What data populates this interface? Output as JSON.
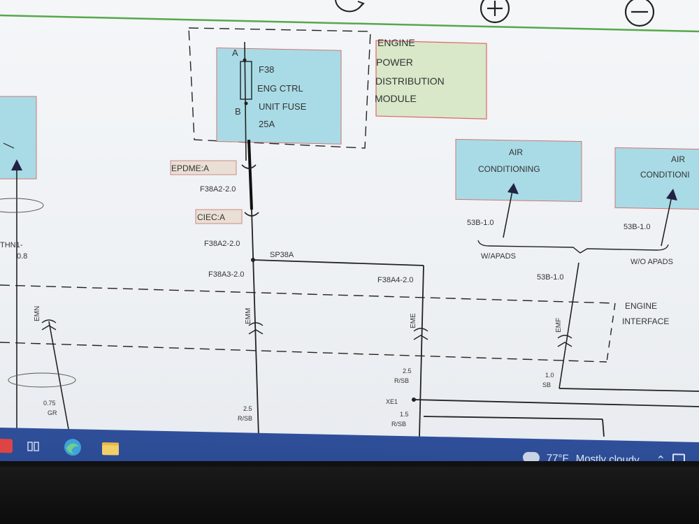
{
  "toolbar": {
    "rotate_icon": "rotate-icon",
    "zoom_in_icon": "zoom-in-icon",
    "zoom_out_icon": "zoom-out-icon"
  },
  "diagram": {
    "module": {
      "line1": "ENGINE",
      "line2": "POWER",
      "line3": "DISTRIBUTION",
      "line4": "MODULE"
    },
    "fuse": {
      "pin_a": "A",
      "pin_b": "B",
      "id": "F38",
      "name1": "ENG CTRL",
      "name2": "UNIT FUSE",
      "rating": "25A"
    },
    "connectors": {
      "epdme": "EPDME:A",
      "ciec": "CIEC:A"
    },
    "wires": {
      "w1": "F38A2-2.0",
      "w2": "F38A2-2.0",
      "w3": "F38A3-2.0",
      "w4": "F38A4-2.0",
      "splice": "SP38A",
      "ac_left_wire": "53B-1.0",
      "ac_right_wire": "53B-1.0",
      "center_wire": "53B-1.0",
      "left_edge_wire": "THN1-",
      "left_edge_size": "0.8"
    },
    "ac": {
      "left_line1": "AIR",
      "left_line2": "CONDITIONING",
      "right_line1": "AIR",
      "right_line2": "CONDITIONI"
    },
    "options": {
      "with_apads": "W/APADS",
      "without_apads": "W/O APADS"
    },
    "interface": {
      "line1": "ENGINE",
      "line2": "INTERFACE"
    },
    "connector_ids": {
      "emn": "EMN",
      "emm": "EMM",
      "eme": "EME",
      "emf": "EMF"
    },
    "lower": {
      "left_gauge": "0.75",
      "left_color": "GR",
      "main_gauge": "2.5",
      "main_color": "R/SB",
      "mid_gauge": "2.5",
      "mid_color": "R/SB",
      "splice2": "XE1",
      "splice2_gauge": "1.5",
      "splice2_color": "R/SB",
      "right_gauge": "1.0",
      "right_color": "SB"
    }
  },
  "taskbar": {
    "weather_temp": "77°F",
    "weather_desc": "Mostly cloudy",
    "chevron_icon": "chevron-up-icon"
  }
}
